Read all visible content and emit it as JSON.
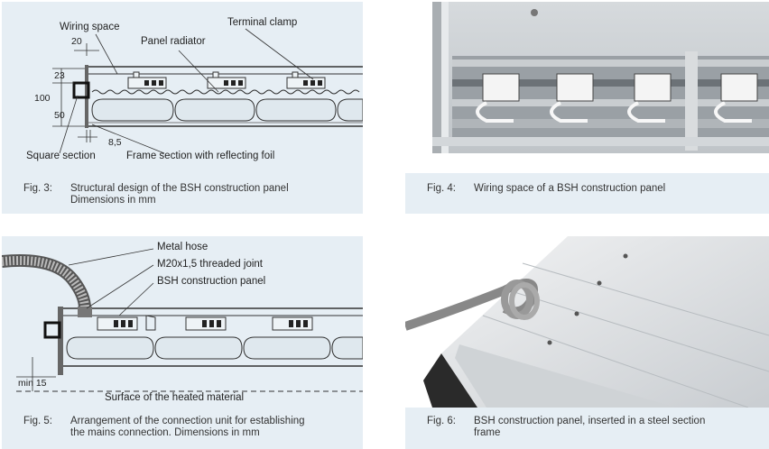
{
  "fig3": {
    "labels": {
      "wiring_space": "Wiring space",
      "terminal_clamp": "Terminal clamp",
      "panel_radiator": "Panel radiator",
      "square_section": "Square section",
      "frame_section": "Frame section with reflecting foil"
    },
    "dims": {
      "d20": "20",
      "d23": "23",
      "d100": "100",
      "d50": "50",
      "d8_5": "8,5"
    },
    "caption": {
      "fig": "Fig. 3:",
      "line1": "Structural design of the BSH construction panel",
      "line2": "Dimensions in mm"
    }
  },
  "fig4": {
    "caption": {
      "fig": "Fig. 4:",
      "line1": "Wiring space of a BSH construction panel"
    }
  },
  "fig5": {
    "labels": {
      "metal_hose": "Metal hose",
      "threaded_joint": "M20x1,5 threaded joint",
      "construction_panel": "BSH construction panel",
      "surface": "Surface of the heated material"
    },
    "dims": {
      "min15": "min 15"
    },
    "caption": {
      "fig": "Fig. 5:",
      "line1": "Arrangement of the connection unit for establishing",
      "line2": "the mains connection. Dimensions in mm"
    }
  },
  "fig6": {
    "caption": {
      "fig": "Fig. 6:",
      "line1": "BSH construction panel, inserted in a steel section",
      "line2": "frame"
    }
  }
}
